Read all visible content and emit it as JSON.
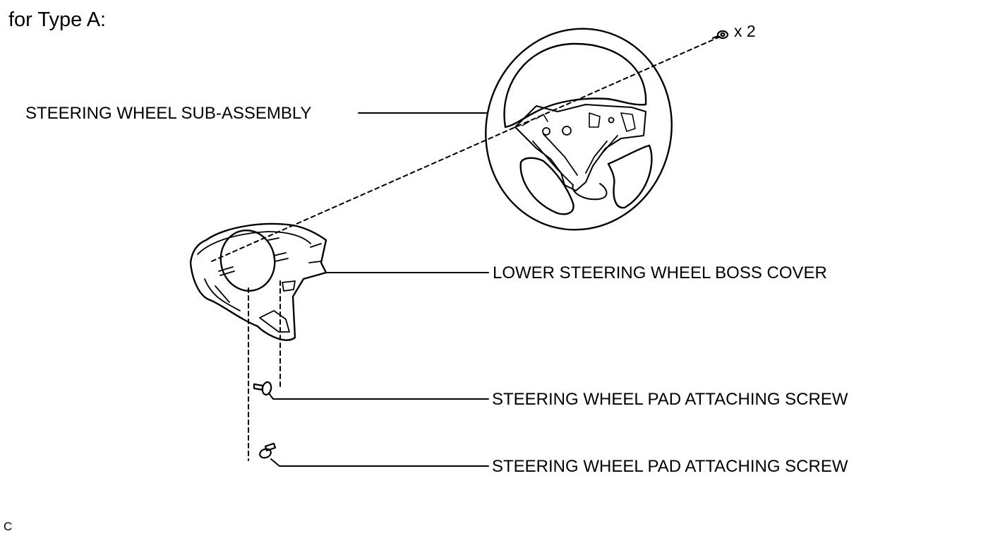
{
  "heading": "for Type A:",
  "quantity_callout": "x 2",
  "labels": {
    "steering_wheel": "STEERING WHEEL SUB-ASSEMBLY",
    "boss_cover": "LOWER STEERING WHEEL BOSS COVER",
    "pad_screw_upper": "STEERING WHEEL PAD ATTACHING SCREW",
    "pad_screw_lower": "STEERING WHEEL PAD ATTACHING SCREW"
  },
  "corner_code": "C"
}
